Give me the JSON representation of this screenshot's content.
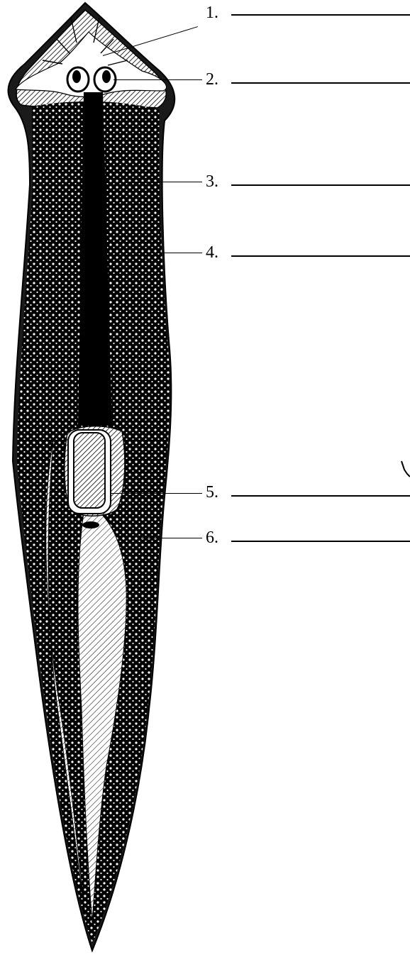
{
  "diagram": {
    "subject": "planarian",
    "labels": [
      "1.",
      "2.",
      "3.",
      "4.",
      "5.",
      "6."
    ],
    "colors": {
      "ink": "#000000",
      "paper": "#ffffff"
    }
  }
}
